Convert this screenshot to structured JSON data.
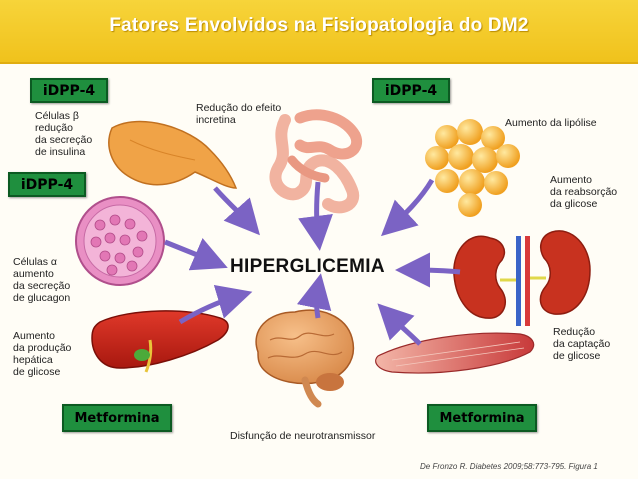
{
  "title": "Fatores Envolvidos na Fisiopatologia do DM2",
  "center": "HIPERGLICEMIA",
  "badges": {
    "idpp_top_left": "iDPP-4",
    "idpp_mid_left": "iDPP-4",
    "idpp_top_right": "iDPP-4",
    "metformina_left": "Metformina",
    "metformina_right": "Metformina"
  },
  "labels": {
    "beta_cells": "Células β\nredução\nda secreção\nde insulina",
    "incretin": "Redução do efeito\nincretina",
    "lipolysis": "Aumento da lipólise",
    "glucose_reabsorption": "Aumento\nda reabsorção\nda glicose",
    "alpha_cells": "Células α\naumento\nda secreção\nde glucagon",
    "hepatic": "Aumento\nda produção\nhepática\nde glicose",
    "glucose_uptake": "Redução\nda captação\nde glicose",
    "neurotransmitter": "Disfunção de neurotransmissor"
  },
  "citation": "De Fronzo R. Diabetes 2009;58:773-795. Figura 1",
  "colors": {
    "banner": "#f0c21c",
    "badge_green": "#1f8f3e",
    "arrow": "#7b63c4"
  }
}
